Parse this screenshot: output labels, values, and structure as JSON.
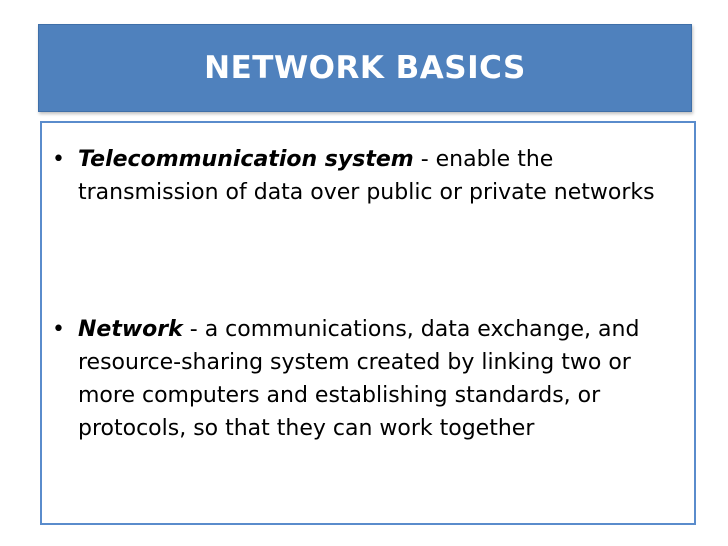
{
  "slide": {
    "title": "NETWORK BASICS",
    "bullets": [
      {
        "marker": "•",
        "term": "Telecommunication system",
        "definition": " - enable the transmission of data over public or private networks"
      },
      {
        "marker": "•",
        "term": "Network",
        "definition": " - a communications, data exchange, and resource-sharing system created by linking two or  more computers and establishing standards, or protocols, so that they can work together"
      }
    ]
  },
  "colors": {
    "title_background": "#4f81bd",
    "title_text": "#ffffff",
    "content_border": "#5a8ccc"
  }
}
